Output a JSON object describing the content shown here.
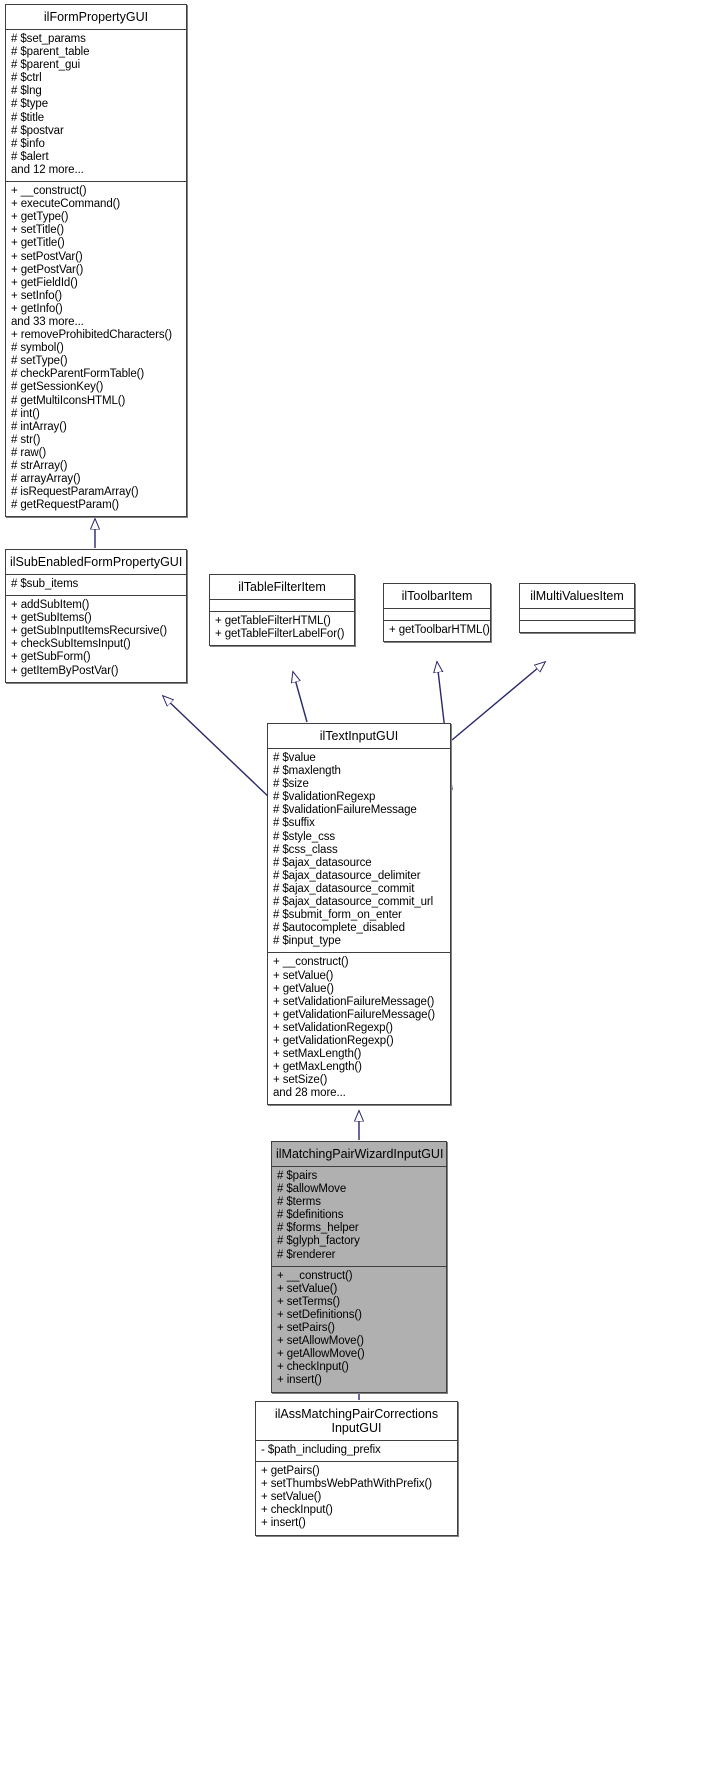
{
  "diagram": {
    "type": "uml-class-inheritance",
    "title": "Inheritance diagram for ilAssMatchingPairCorrectionsInputGUI",
    "line_color": "#28286e",
    "box_border_color": "#3f3f3f",
    "highlight_fill": "#b0b0b0",
    "background": "#ffffff"
  },
  "classes": [
    {
      "id": "ilFormPropertyGUI",
      "name": "ilFormPropertyGUI",
      "highlighted": false,
      "attributes": [
        "# $set_params",
        "# $parent_table",
        "# $parent_gui",
        "# $ctrl",
        "# $lng",
        "# $type",
        "# $title",
        "# $postvar",
        "# $info",
        "# $alert",
        "and 12 more..."
      ],
      "methods": [
        "+ __construct()",
        "+ executeCommand()",
        "+ getType()",
        "+ setTitle()",
        "+ getTitle()",
        "+ setPostVar()",
        "+ getPostVar()",
        "+ getFieldId()",
        "+ setInfo()",
        "+ getInfo()",
        "and 33 more...",
        "+ removeProhibitedCharacters()",
        "# symbol()",
        "# setType()",
        "# checkParentFormTable()",
        "# getSessionKey()",
        "# getMultiIconsHTML()",
        "# int()",
        "# intArray()",
        "# str()",
        "# raw()",
        "# strArray()",
        "# arrayArray()",
        "# isRequestParamArray()",
        "# getRequestParam()"
      ]
    },
    {
      "id": "ilSubEnabledFormPropertyGUI",
      "name": "ilSubEnabledFormPropertyGUI",
      "highlighted": false,
      "attributes": [
        "# $sub_items"
      ],
      "methods": [
        "+ addSubItem()",
        "+ getSubItems()",
        "+ getSubInputItemsRecursive()",
        "+ checkSubItemsInput()",
        "+ getSubForm()",
        "+ getItemByPostVar()"
      ]
    },
    {
      "id": "ilTableFilterItem",
      "name": "ilTableFilterItem",
      "highlighted": false,
      "attributes": [],
      "methods": [
        "+ getTableFilterHTML()",
        "+ getTableFilterLabelFor()"
      ]
    },
    {
      "id": "ilToolbarItem",
      "name": "ilToolbarItem",
      "highlighted": false,
      "attributes": [],
      "methods": [
        "+ getToolbarHTML()"
      ]
    },
    {
      "id": "ilMultiValuesItem",
      "name": "ilMultiValuesItem",
      "highlighted": false,
      "attributes": [],
      "methods": []
    },
    {
      "id": "ilTextInputGUI",
      "name": "ilTextInputGUI",
      "highlighted": false,
      "attributes": [
        "# $value",
        "# $maxlength",
        "# $size",
        "# $validationRegexp",
        "# $validationFailureMessage",
        "# $suffix",
        "# $style_css",
        "# $css_class",
        "# $ajax_datasource",
        "# $ajax_datasource_delimiter",
        "# $ajax_datasource_commit",
        "# $ajax_datasource_commit_url",
        "# $submit_form_on_enter",
        "# $autocomplete_disabled",
        "# $input_type"
      ],
      "methods": [
        "+ __construct()",
        "+ setValue()",
        "+ getValue()",
        "+ setValidationFailureMessage()",
        "+ getValidationFailureMessage()",
        "+ setValidationRegexp()",
        "+ getValidationRegexp()",
        "+ setMaxLength()",
        "+ getMaxLength()",
        "+ setSize()",
        "and 28 more..."
      ]
    },
    {
      "id": "ilMatchingPairWizardInputGUI",
      "name": "ilMatchingPairWizardInputGUI",
      "highlighted": true,
      "attributes": [
        "# $pairs",
        "# $allowMove",
        "# $terms",
        "# $definitions",
        "# $forms_helper",
        "# $glyph_factory",
        "# $renderer"
      ],
      "methods": [
        "+ __construct()",
        "+ setValue()",
        "+ setTerms()",
        "+ setDefinitions()",
        "+ setPairs()",
        "+ setAllowMove()",
        "+ getAllowMove()",
        "+ checkInput()",
        "+ insert()"
      ]
    },
    {
      "id": "ilAssMatchingPairCorrectionsInputGUI",
      "name": "ilAssMatchingPairCorrections\nInputGUI",
      "highlighted": false,
      "attributes": [
        "- $path_including_prefix"
      ],
      "methods": [
        "+ getPairs()",
        "+ setThumbsWebPathWithPrefix()",
        "+ setValue()",
        "+ checkInput()",
        "+ insert()"
      ]
    }
  ],
  "edges": [
    {
      "from": "ilSubEnabledFormPropertyGUI",
      "to": "ilFormPropertyGUI",
      "kind": "inheritance"
    },
    {
      "from": "ilTextInputGUI",
      "to": "ilSubEnabledFormPropertyGUI",
      "kind": "inheritance"
    },
    {
      "from": "ilTextInputGUI",
      "to": "ilTableFilterItem",
      "kind": "inheritance"
    },
    {
      "from": "ilTextInputGUI",
      "to": "ilToolbarItem",
      "kind": "inheritance"
    },
    {
      "from": "ilTextInputGUI",
      "to": "ilMultiValuesItem",
      "kind": "inheritance"
    },
    {
      "from": "ilMatchingPairWizardInputGUI",
      "to": "ilTextInputGUI",
      "kind": "inheritance"
    },
    {
      "from": "ilAssMatchingPairCorrectionsInputGUI",
      "to": "ilMatchingPairWizardInputGUI",
      "kind": "inheritance"
    }
  ]
}
